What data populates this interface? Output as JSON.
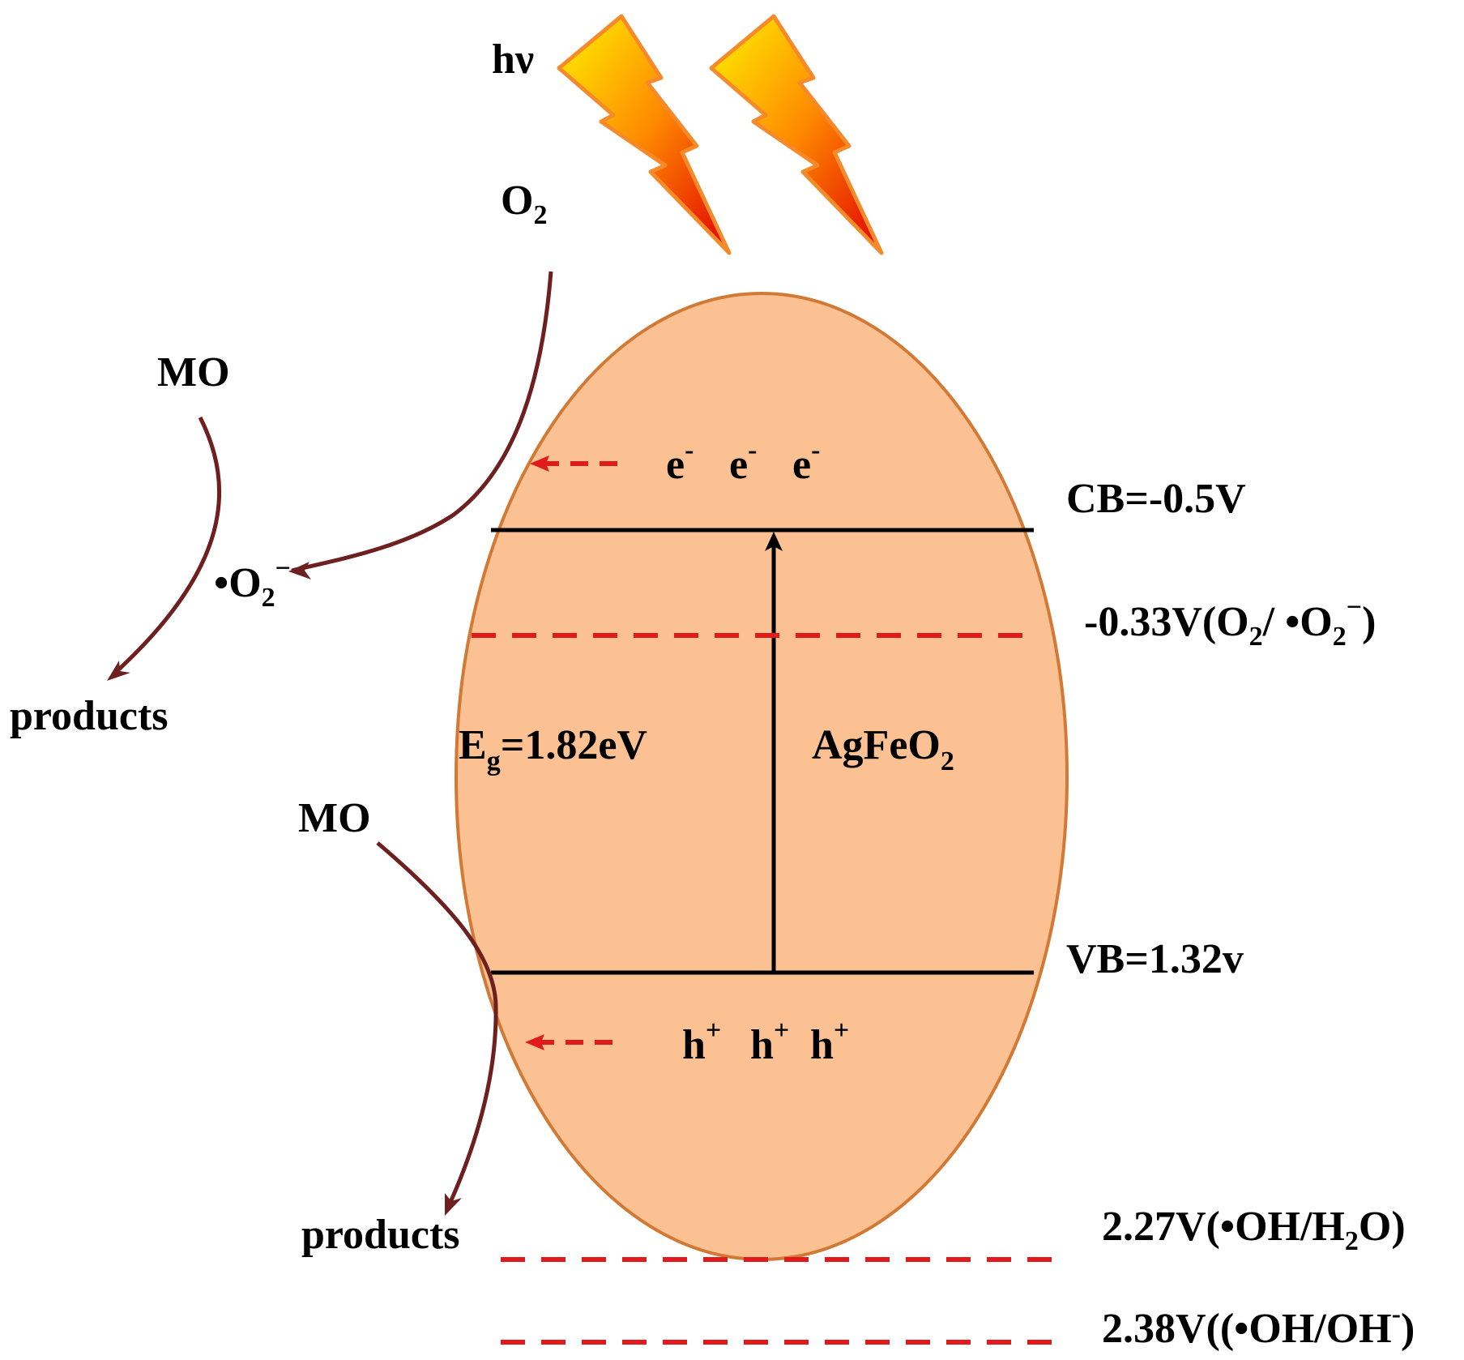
{
  "labels": {
    "hv": "hν",
    "o2_top": {
      "base": "O",
      "sub": "2"
    },
    "mo_top": "MO",
    "superoxide": {
      "dot": "•",
      "base": "O",
      "sub": "2",
      "sup": "−"
    },
    "products_top": "products",
    "mo_bottom": "MO",
    "products_bottom": "products",
    "electrons": {
      "base": "e",
      "sup": "-",
      "count": 3
    },
    "holes": {
      "base": "h",
      "sup": "+",
      "count": 3
    },
    "bandgap": {
      "base": "E",
      "sub": "g",
      "rest": "=1.82eV"
    },
    "material": {
      "base": "AgFeO",
      "sub": "2"
    },
    "cb": "CB=-0.5V",
    "vb": "VB=1.32v",
    "o2_potential": {
      "pre": "-0.33V(O",
      "sub1": "2",
      "mid": "/ •O",
      "sub2": "2",
      "sup": "−",
      "post": ")"
    },
    "oh_h2o_potential": {
      "pre": "2.27V(•OH/H",
      "sub": "2",
      "post": "O)"
    },
    "oh_oh_potential": {
      "pre": "2.38V((•OH/OH",
      "sup": "-",
      "post": ")"
    }
  },
  "colors": {
    "particle_fill": "#FBC193",
    "particle_stroke": "#D27A35",
    "band_line": "#000000",
    "redox_dash": "#E11B1B",
    "reaction_arrow": "#6E1F1F",
    "light_gradient": [
      "#FFF200",
      "#FF8A00",
      "#E10000"
    ],
    "light_stroke": "#F58A2A"
  },
  "icons": {
    "light": "lightning-bolt-icon",
    "arrow": "arrow-icon"
  }
}
